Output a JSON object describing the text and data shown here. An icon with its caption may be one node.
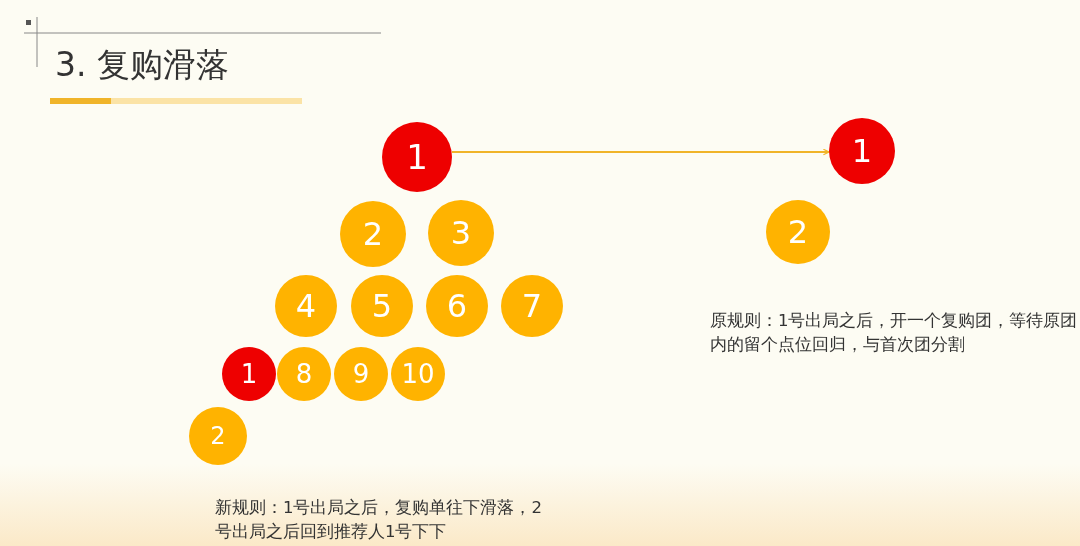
{
  "diagram": {
    "title": "3. 复购滑落",
    "nodes": [
      {
        "text": [
          "1"
        ]
      },
      {
        "text": [
          "2"
        ]
      },
      {
        "text": [
          "3"
        ]
      },
      {
        "text": [
          "4"
        ]
      },
      {
        "text": [
          "5"
        ]
      },
      {
        "text": [
          "6"
        ]
      },
      {
        "text": [
          "7"
        ]
      },
      {
        "text": [
          "1"
        ]
      },
      {
        "text": [
          "8"
        ]
      },
      {
        "text": [
          "9"
        ]
      },
      {
        "text": [
          "10"
        ]
      },
      {
        "text": [
          "2"
        ]
      },
      {
        "text": [
          "1"
        ]
      },
      {
        "text": [
          "2"
        ]
      }
    ],
    "edges": [
      {
        "from": 0,
        "to": 12,
        "arrow": "to"
      }
    ],
    "labels": [
      "原规则：1号出局之后，开一个复购团，等待原团内的留个点位回归，与首次团分割",
      "新规则：1号出局之后，复购单往下滑落，2号出局之后回到推荐人1号下下"
    ]
  }
}
